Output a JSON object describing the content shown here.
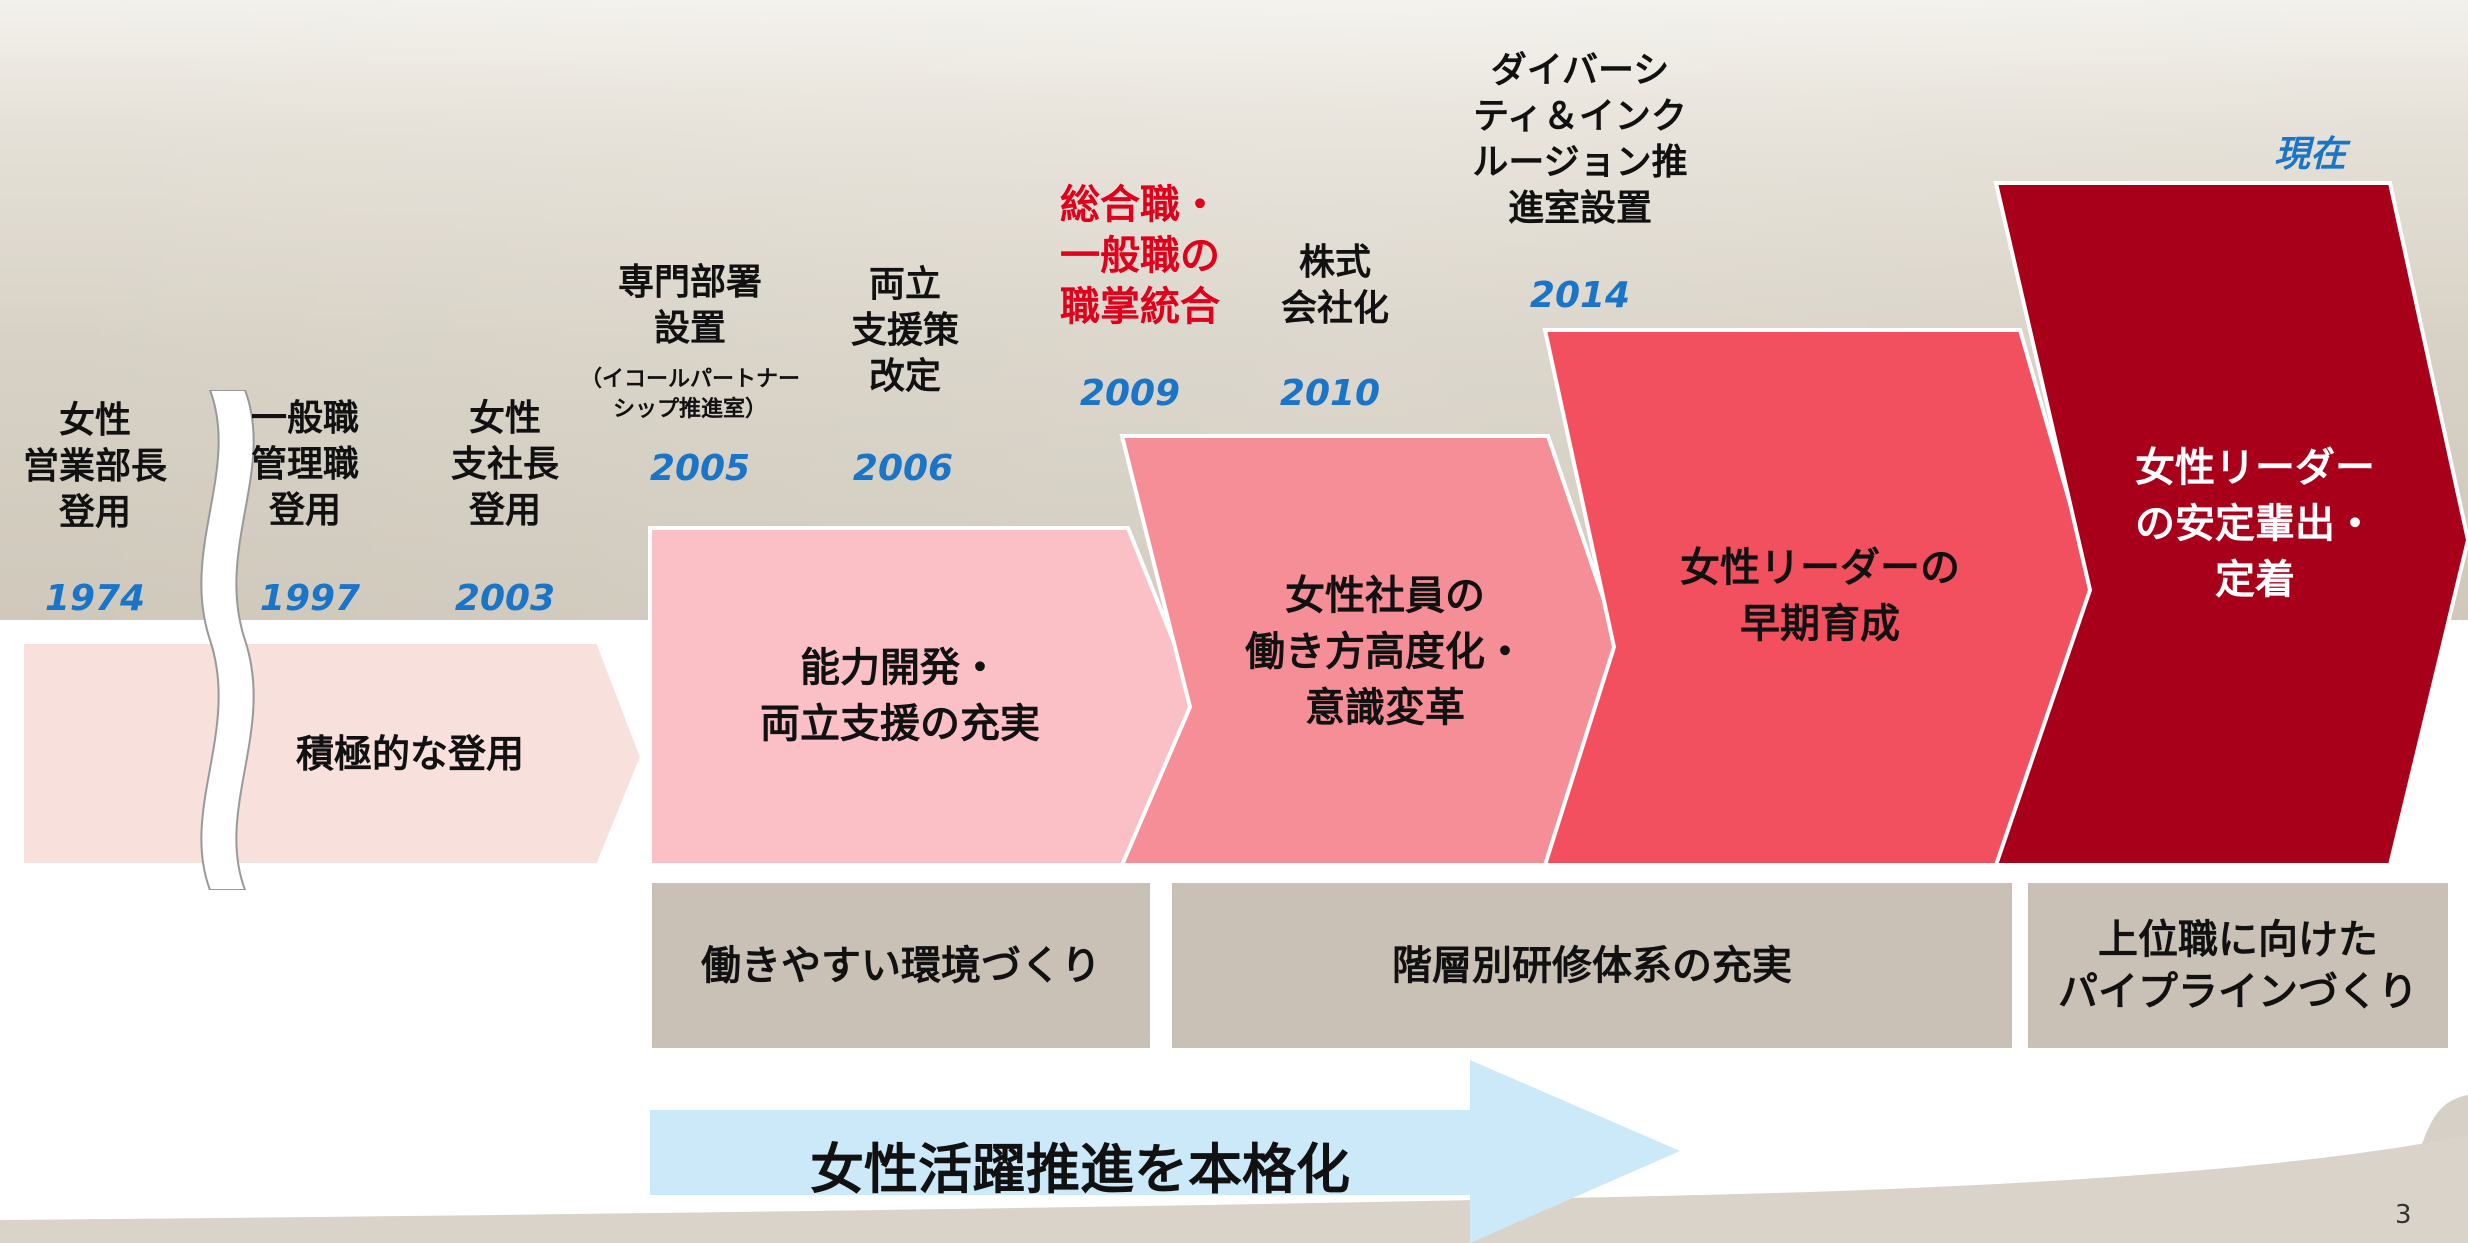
{
  "timeline": [
    {
      "label": "女性\n営業部長\n登用",
      "year": "1974"
    },
    {
      "label": "一般職\n管理職\n登用",
      "year": "1997"
    },
    {
      "label": "女性\n支社長\n登用",
      "year": "2003"
    },
    {
      "label": "専門部署\n設置",
      "note": "（イコールパートナー\nシップ推進室）",
      "year": "2005"
    },
    {
      "label": "両立\n支援策\n改定",
      "year": "2006"
    },
    {
      "label": "総合職・\n一般職の\n職掌統合",
      "year": "2009"
    },
    {
      "label": "株式\n会社化",
      "year": "2010"
    },
    {
      "label": "ダイバーシ\nティ＆インク\nルージョン推\n進室設置",
      "year": "2014"
    },
    {
      "label": "",
      "year": "現在"
    }
  ],
  "stages": [
    {
      "label": "積極的な登用"
    },
    {
      "label": "能力開発・\n両立支援の充実"
    },
    {
      "label": "女性社員の\n働き方高度化・\n意識変革"
    },
    {
      "label": "女性リーダーの\n早期育成"
    },
    {
      "label": "女性リーダー\nの安定輩出・\n定着"
    }
  ],
  "boxes": [
    {
      "label": "働きやすい環境づくり"
    },
    {
      "label": "階層別研修体系の充実"
    },
    {
      "label": "上位職に向けた\nパイプラインづくり"
    }
  ],
  "banner": {
    "label": "女性活躍推進を本格化"
  },
  "page_number": "3",
  "colors": {
    "stage1": "#f8e1dc",
    "stage2": "#fac0c6",
    "stage3": "#f58e96",
    "stage4": "#f2505e",
    "stage5": "#a8001a",
    "year": "#1a74c8",
    "highlight": "#e0001b",
    "box": "#c9c1b5",
    "banner": "#cce9f9"
  }
}
